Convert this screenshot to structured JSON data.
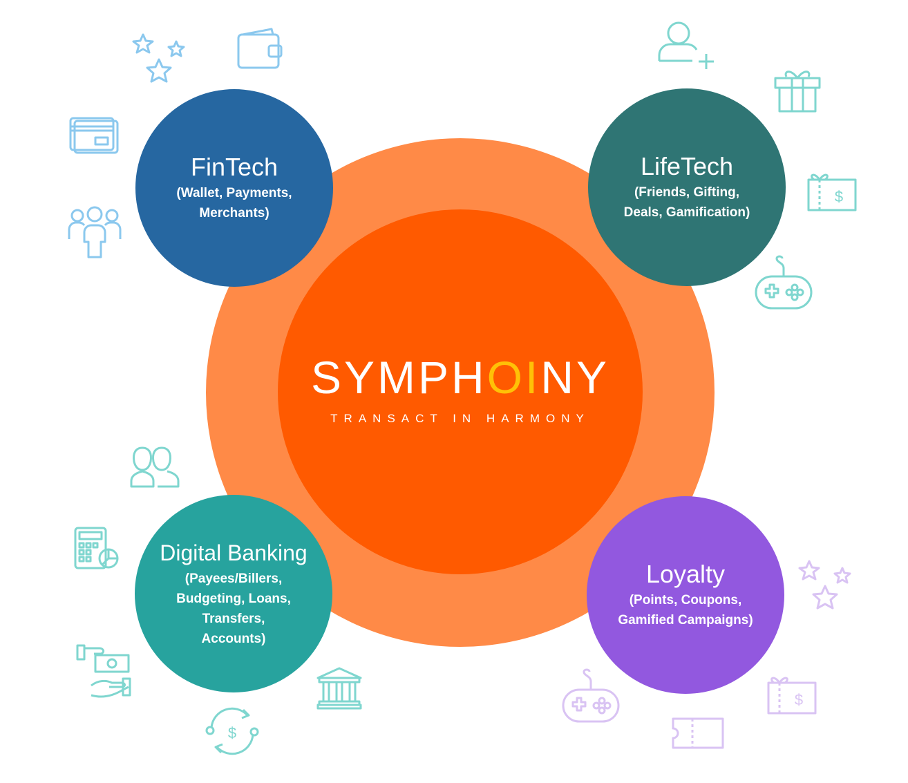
{
  "colors": {
    "outer_ring": "#ff8a47",
    "inner_disc": "#ff5a00",
    "logo_highlight": "#ffc107",
    "fintech": "#2667a1",
    "lifetech": "#2f7574",
    "banking": "#27a39e",
    "loyalty": "#9258df",
    "icon_blue": "#8bc8ee",
    "icon_teal": "#7fd6cf",
    "icon_purple": "#d9c3f3"
  },
  "logo": {
    "pre": "SYMPH",
    "highlight": "OI",
    "post": "NY",
    "tagline": "TRANSACT IN HARMONY"
  },
  "pillars": {
    "fintech": {
      "title": "FinTech",
      "subtitle": "(Wallet, Payments,\nMerchants)"
    },
    "lifetech": {
      "title": "LifeTech",
      "subtitle": "(Friends, Gifting,\nDeals, Gamification)"
    },
    "banking": {
      "title": "Digital Banking",
      "subtitle": "(Payees/Billers,\nBudgeting, Loans,\nTransfers,\nAccounts)"
    },
    "loyalty": {
      "title": "Loyalty",
      "subtitle": "(Points, Coupons,\nGamified Campaigns)"
    }
  },
  "icons": {
    "fintech": [
      "stars-icon",
      "wallet-icon",
      "credit-card-icon",
      "group-icon"
    ],
    "lifetech": [
      "add-user-icon",
      "gift-icon",
      "gift-voucher-icon",
      "gamepad-icon"
    ],
    "banking": [
      "users-icon",
      "calculator-icon",
      "cash-payment-icon",
      "bank-icon",
      "currency-exchange-icon"
    ],
    "loyalty": [
      "stars-icon",
      "gamepad-icon",
      "gift-voucher-icon",
      "ticket-icon"
    ]
  }
}
